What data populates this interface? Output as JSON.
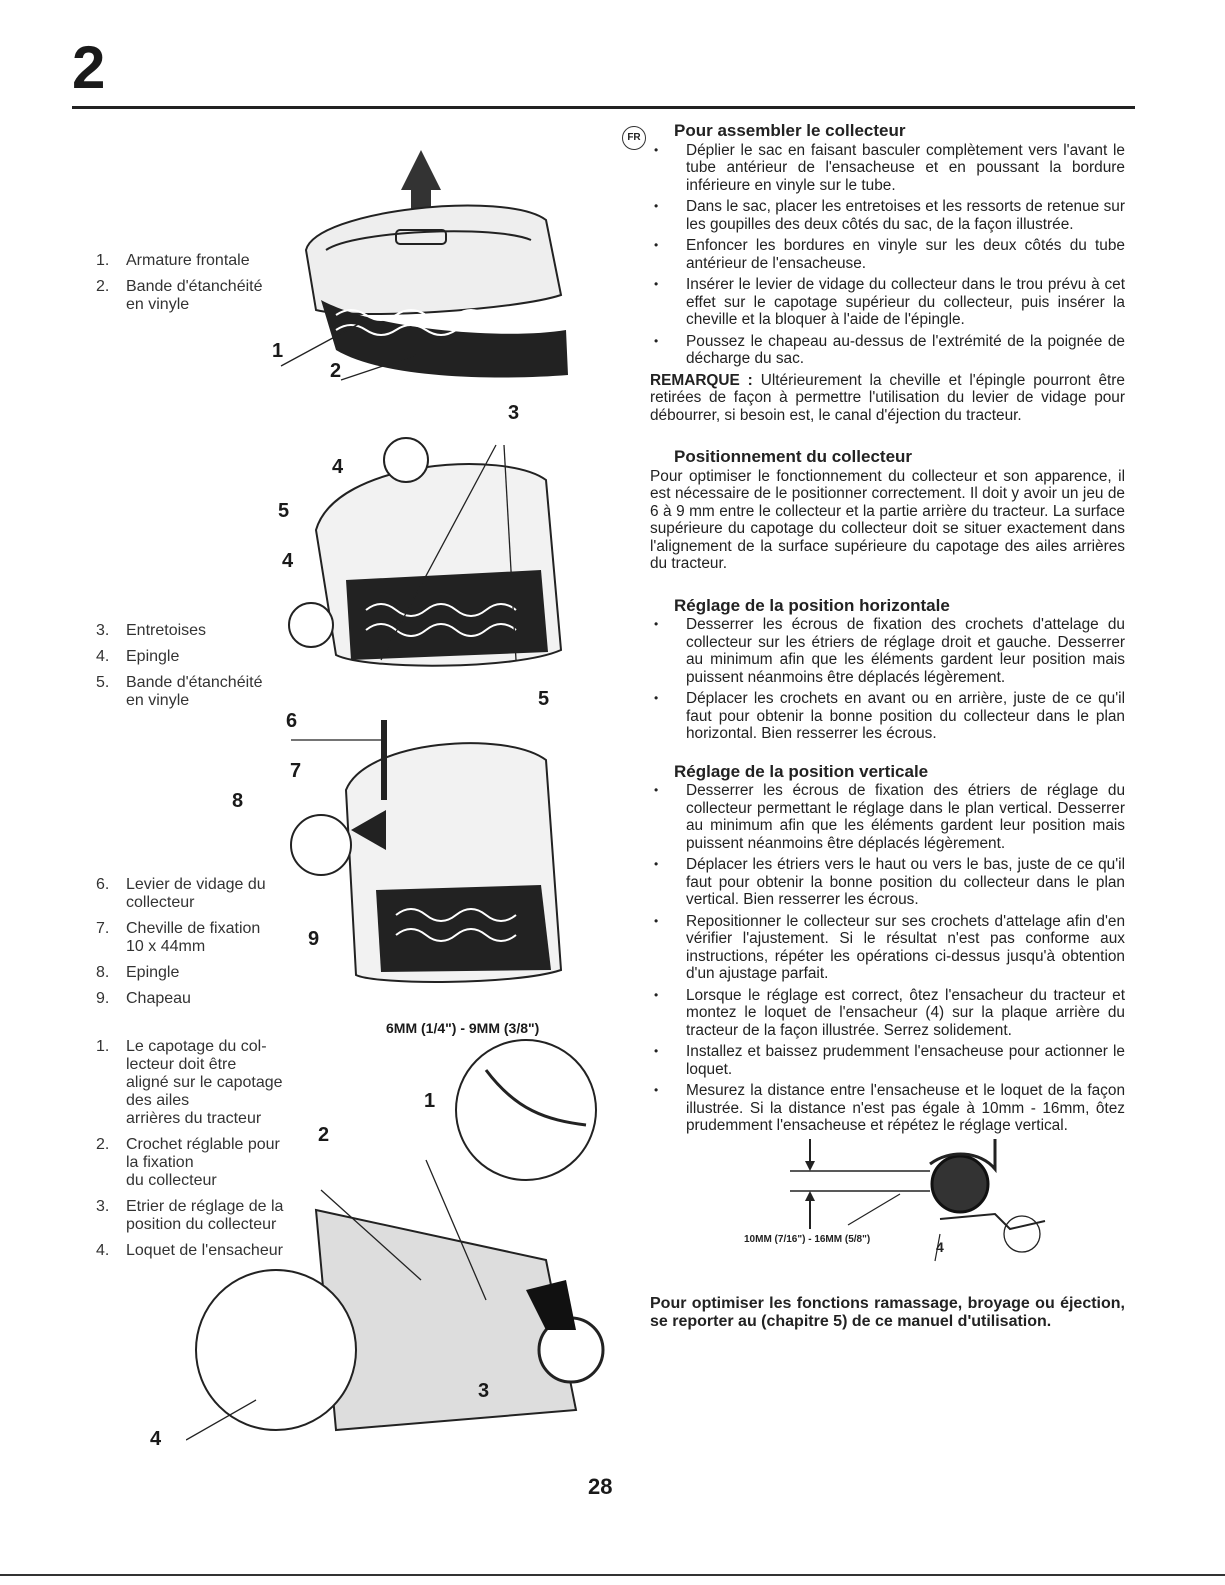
{
  "header": {
    "chapter": "2"
  },
  "page_number": "28",
  "lang": "FR",
  "legends": {
    "fig1": [
      {
        "num": "1.",
        "text": "Armature frontale"
      },
      {
        "num": "2.",
        "text": "Bande d'étanchéité\nen vinyle"
      }
    ],
    "fig2": [
      {
        "num": "3.",
        "text": "Entretoises"
      },
      {
        "num": "4.",
        "text": "Epingle"
      },
      {
        "num": "5.",
        "text": "Bande d'étanchéité\nen vinyle"
      }
    ],
    "fig3": [
      {
        "num": "6.",
        "text": "Levier de vidage du\ncollecteur"
      },
      {
        "num": "7.",
        "text": "Cheville de fixation\n10 x 44mm"
      },
      {
        "num": "8.",
        "text": "Epingle"
      },
      {
        "num": "9.",
        "text": "Chapeau"
      }
    ],
    "fig4": [
      {
        "num": "1.",
        "text": "Le capotage du col-\nlecteur doit être\naligné sur le capotage\ndes ailes\narrières du tracteur"
      },
      {
        "num": "2.",
        "text": "Crochet réglable pour\nla fixation\ndu collecteur"
      },
      {
        "num": "3.",
        "text": "Etrier de réglage de la\nposition du collecteur"
      },
      {
        "num": "4.",
        "text": "Loquet de l'ensacheur"
      }
    ]
  },
  "callouts": {
    "f1_1": "1",
    "f1_2": "2",
    "f2_3": "3",
    "f2_4a": "4",
    "f2_5a": "5",
    "f2_4b": "4",
    "f2_5b": "5",
    "f3_6": "6",
    "f3_7": "7",
    "f3_8": "8",
    "f3_9": "9",
    "f4_1": "1",
    "f4_2": "2",
    "f4_3": "3",
    "f4_4": "4",
    "f5_4": "4"
  },
  "measurements": {
    "gap_label": "6MM (1/4\") - 9MM (3/8\")",
    "latch_label": "10MM (7/16\") - 16MM (5/8\")"
  },
  "sections": {
    "assemble": {
      "title": "Pour assembler le collecteur",
      "bullets": [
        "Déplier le sac en faisant basculer complètement vers l'avant le tube antérieur de l'ensacheuse et en poussant la bordure inférieure en vinyle sur le tube.",
        "Dans le sac, placer les entretoises et les ressorts de retenue sur les goupilles des deux côtés du sac, de la façon illustrée.",
        "Enfoncer les bordures en vinyle sur les deux côtés du tube antérieur de l'ensacheuse.",
        "Insérer le levier de vidage du collecteur dans le trou prévu à cet effet sur le capotage supérieur du collecteur, puis insérer la cheville et la bloquer à l'aide de l'épingle.",
        "Poussez le chapeau au-dessus de l'extrémité de la poignée de décharge du sac."
      ],
      "note_label": "REMARQUE :",
      "note_text": " Ultérieurement la cheville et l'épingle pourront être retirées de façon à permettre l'utilisation du levier de vidage pour débourrer, si besoin est, le canal d'éjection du tracteur."
    },
    "position": {
      "title": "Positionnement du collecteur",
      "text": "Pour optimiser le fonctionnement du collecteur et son apparence, il est nécessaire de le positionner correctement. Il doit y avoir un jeu de 6 à 9 mm entre le collecteur et la partie arrière du tracteur. La surface supérieure du capotage du collecteur doit se situer exactement dans l'alignement de la surface supérieure du capotage des ailes arrières du tracteur."
    },
    "horizontal": {
      "title": "Réglage de la position horizontale",
      "bullets": [
        "Desserrer les écrous de fixation des crochets d'attelage du collecteur sur les étriers de réglage droit et gauche. Desserrer au minimum afin que les éléments gardent leur position mais puissent néanmoins être déplacés légèrement.",
        "Déplacer les crochets en avant ou en arrière, juste de ce qu'il faut pour obtenir la bonne position du collecteur dans le plan horizontal. Bien resserrer les écrous."
      ]
    },
    "vertical": {
      "title": "Réglage de la position verticale",
      "bullets": [
        "Desserrer les écrous de fixation des étriers de réglage du collecteur permettant le réglage dans le plan vertical. Desserrer au minimum afin que les éléments gardent leur position mais puissent néanmoins être déplacés légèrement.",
        "Déplacer les étriers vers le haut ou vers le bas, juste de ce qu'il faut pour obtenir la bonne position du collecteur dans le plan vertical. Bien resserrer les écrous.",
        "Repositionner le collecteur sur ses crochets d'attelage afin d'en vérifier l'ajustement. Si le résultat n'est pas conforme aux instructions, répéter les opérations ci-dessus jusqu'à obtention d'un ajustage parfait.",
        "Lorsque le réglage est correct, ôtez l'ensacheur du tracteur et montez le loquet de l'ensacheur (4) sur la plaque arrière du tracteur de la façon illustrée. Serrez solidement.",
        "Installez et baissez prudemment l'ensacheuse pour actionner le loquet.",
        "Mesurez la distance entre l'ensacheuse et le loquet de la façon illustrée. Si la distance n'est pas égale à 10mm - 16mm, ôtez prudemment l'ensacheuse et répétez le réglage vertical."
      ]
    },
    "final": "Pour optimiser les fonctions ramassage, broyage ou éjection, se reporter au (chapitre 5) de ce manuel d'utilisation."
  }
}
